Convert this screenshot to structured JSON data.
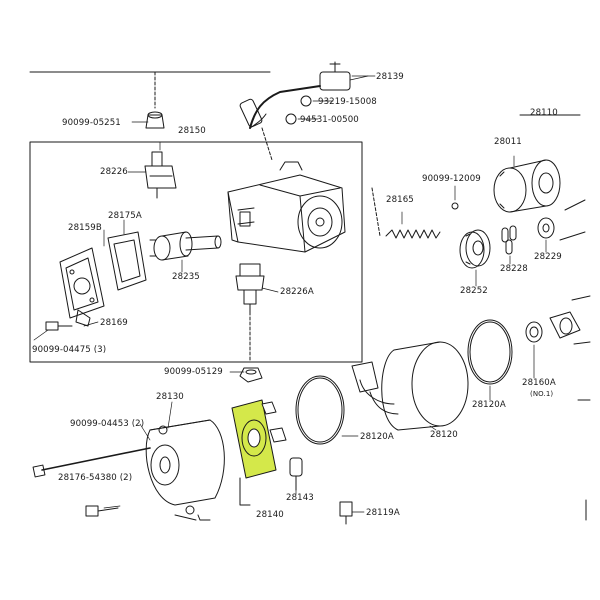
{
  "diagram": {
    "highlight_color": "#d4e84a",
    "line_color": "#1a1a1a",
    "part_labels": {
      "p28139": "28139",
      "p93219": "93219-15008",
      "p94531": "94531-00500",
      "p28110": "28110",
      "p90099_05251": "90099-05251",
      "p28150": "28150",
      "p28011": "28011",
      "p28226": "28226",
      "p90099_12009": "90099-12009",
      "p28165": "28165",
      "p28159B": "28159B",
      "p28175A": "28175A",
      "p28228": "28228",
      "p28229": "28229",
      "p28235": "28235",
      "p28226A": "28226A",
      "p28252": "28252",
      "p28169": "28169",
      "p90099_04475": "90099-04475 (3)",
      "p90099_05129": "90099-05129",
      "p28160A": "28160A",
      "p28160A_sub": "(NO.1)",
      "p28130": "28130",
      "p28120A_right": "28120A",
      "p90099_04453": "90099-04453 (2)",
      "p28120A_left": "28120A",
      "p28120": "28120",
      "p28176": "28176-54380 (2)",
      "p28143": "28143",
      "p28140": "28140",
      "p28119A": "28119A"
    }
  }
}
